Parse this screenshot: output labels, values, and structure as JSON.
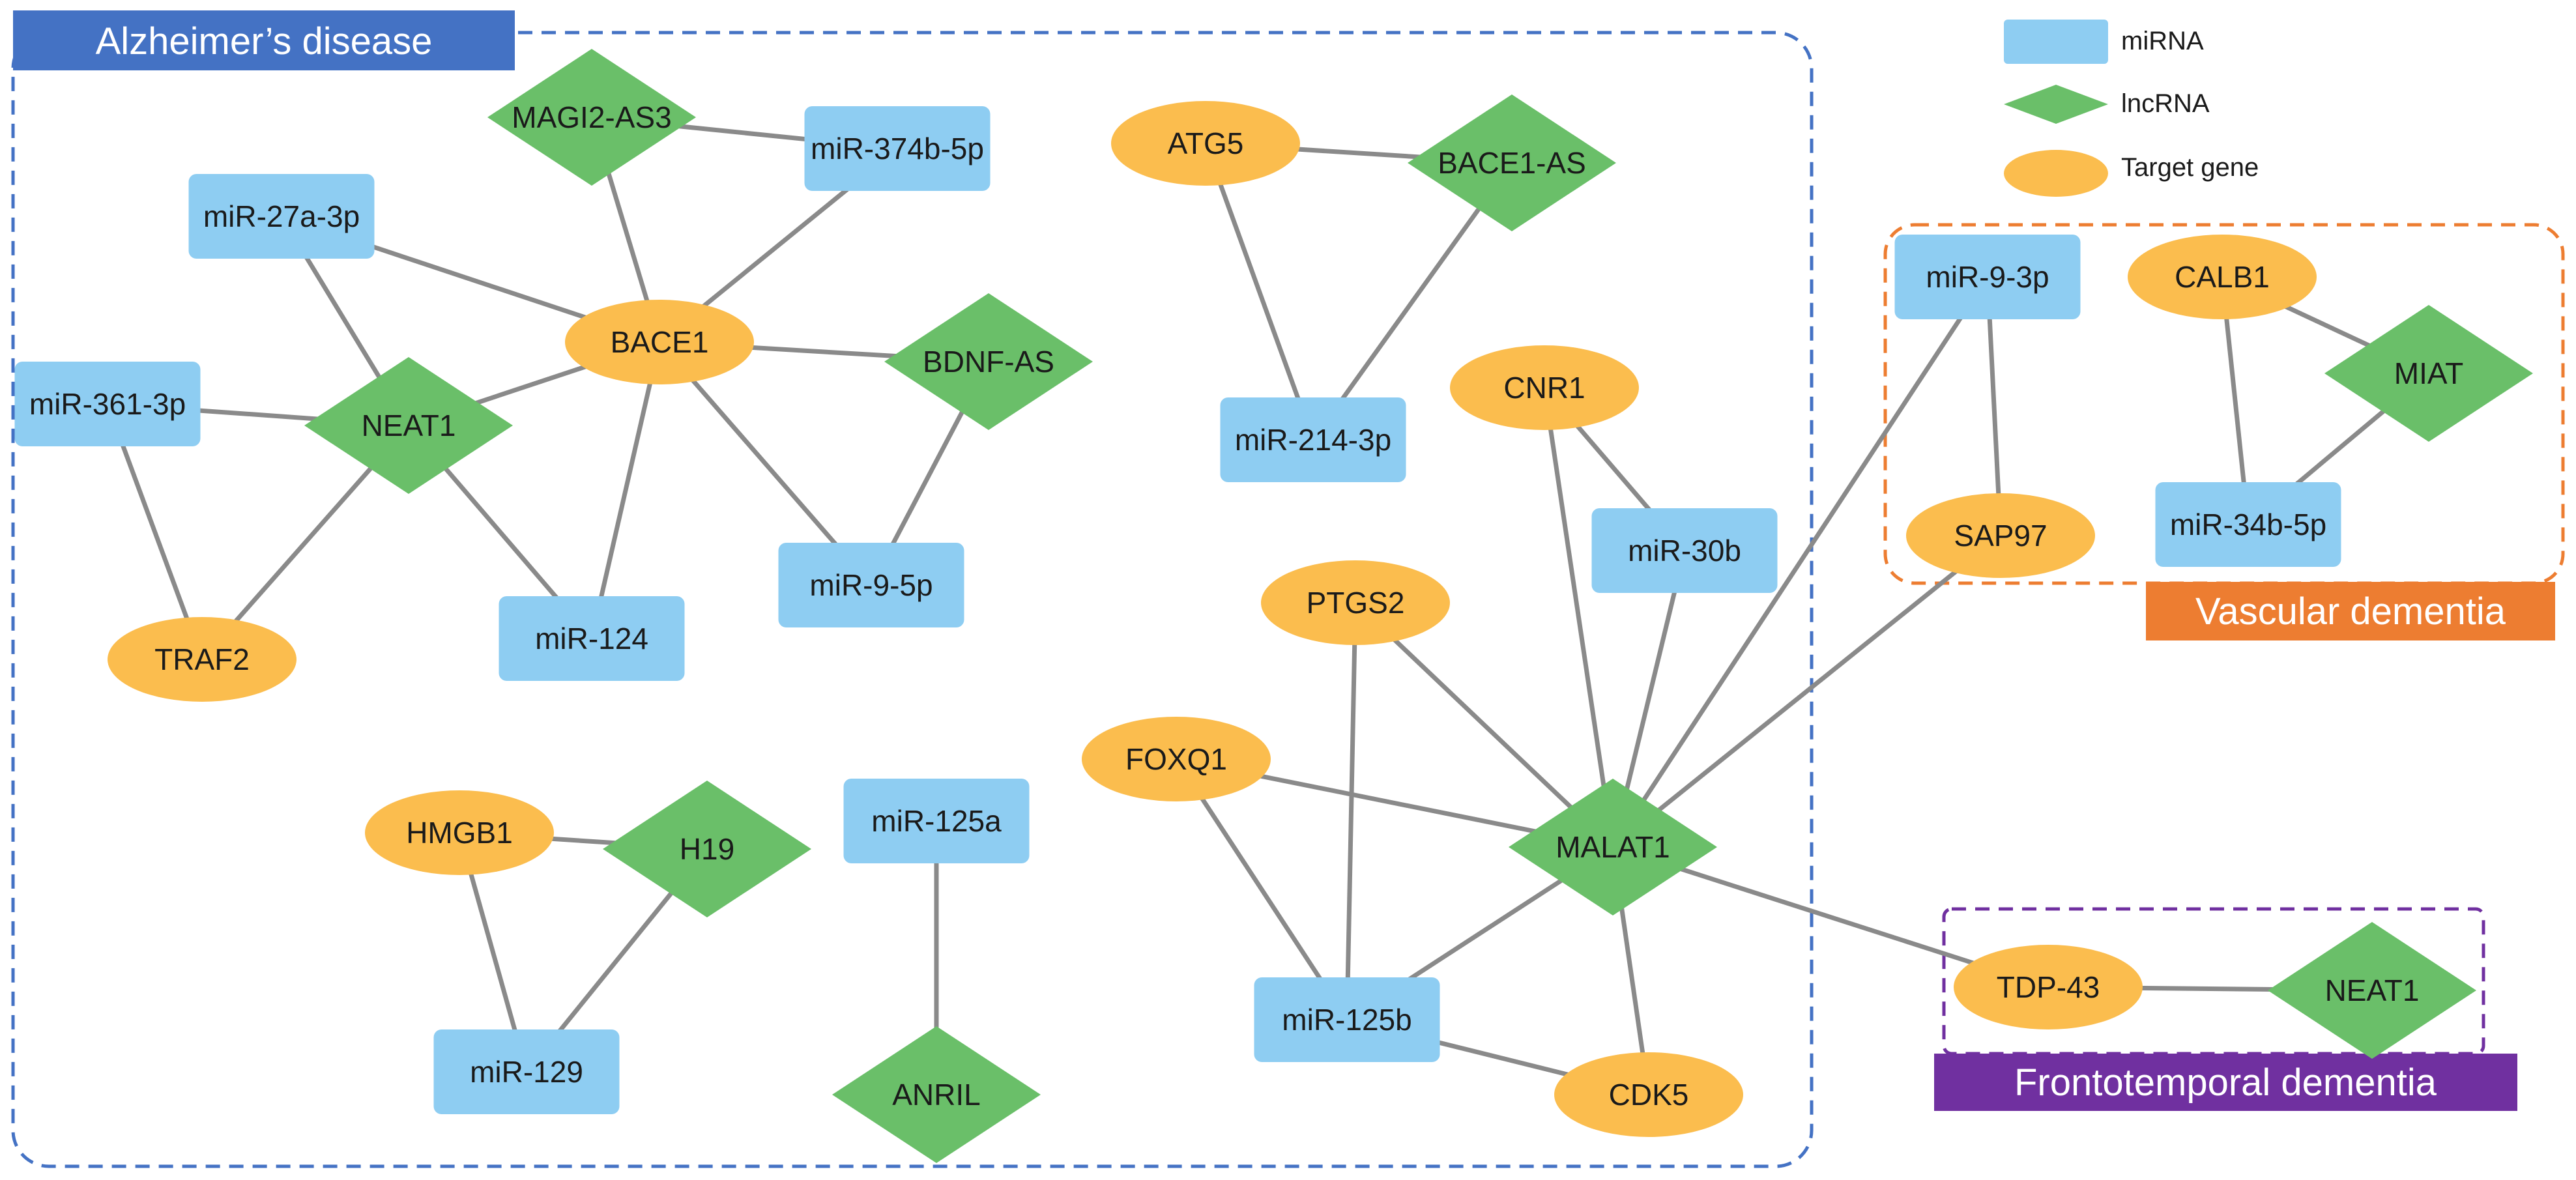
{
  "colors": {
    "mirna": "#8ecdf2",
    "lncrna": "#6abf69",
    "target_gene": "#fbbd4e",
    "edge": "#8a8a8a",
    "alzheimers": "#4472c4",
    "vascular": "#ed7d31",
    "frontotemporal": "#7030a0"
  },
  "legend": {
    "mirna": "miRNA",
    "lncrna": "lncRNA",
    "target_gene": "Target gene"
  },
  "groups": {
    "alzheimers": "Alzheimer’s disease",
    "vascular": "Vascular dementia",
    "frontotemporal": "Frontotemporal dementia"
  },
  "nodes": {
    "MAGI2AS3": {
      "label": "MAGI2-AS3",
      "type": "lncrna"
    },
    "miR374b": {
      "label": "miR-374b-5p",
      "type": "mirna"
    },
    "miR27a": {
      "label": "miR-27a-3p",
      "type": "mirna"
    },
    "BACE1": {
      "label": "BACE1",
      "type": "target_gene"
    },
    "BDNFAS": {
      "label": "BDNF-AS",
      "type": "lncrna"
    },
    "miR361": {
      "label": "miR-361-3p",
      "type": "mirna"
    },
    "NEAT1a": {
      "label": "NEAT1",
      "type": "lncrna"
    },
    "miR95p": {
      "label": "miR-9-5p",
      "type": "mirna"
    },
    "miR124": {
      "label": "miR-124",
      "type": "mirna"
    },
    "TRAF2": {
      "label": "TRAF2",
      "type": "target_gene"
    },
    "ATG5": {
      "label": "ATG5",
      "type": "target_gene"
    },
    "BACE1AS": {
      "label": "BACE1-AS",
      "type": "lncrna"
    },
    "miR214": {
      "label": "miR-214-3p",
      "type": "mirna"
    },
    "HMGB1": {
      "label": "HMGB1",
      "type": "target_gene"
    },
    "H19": {
      "label": "H19",
      "type": "lncrna"
    },
    "miR129": {
      "label": "miR-129",
      "type": "mirna"
    },
    "miR125a": {
      "label": "miR-125a",
      "type": "mirna"
    },
    "ANRIL": {
      "label": "ANRIL",
      "type": "lncrna"
    },
    "CNR1": {
      "label": "CNR1",
      "type": "target_gene"
    },
    "miR30b": {
      "label": "miR-30b",
      "type": "mirna"
    },
    "PTGS2": {
      "label": "PTGS2",
      "type": "target_gene"
    },
    "FOXQ1": {
      "label": "FOXQ1",
      "type": "target_gene"
    },
    "MALAT1": {
      "label": "MALAT1",
      "type": "lncrna"
    },
    "miR125b": {
      "label": "miR-125b",
      "type": "mirna"
    },
    "CDK5": {
      "label": "CDK5",
      "type": "target_gene"
    },
    "miR93p": {
      "label": "miR-9-3p",
      "type": "mirna"
    },
    "SAP97": {
      "label": "SAP97",
      "type": "target_gene"
    },
    "CALB1": {
      "label": "CALB1",
      "type": "target_gene"
    },
    "MIAT": {
      "label": "MIAT",
      "type": "lncrna"
    },
    "miR34b": {
      "label": "miR-34b-5p",
      "type": "mirna"
    },
    "TDP43": {
      "label": "TDP-43",
      "type": "target_gene"
    },
    "NEAT1b": {
      "label": "NEAT1",
      "type": "lncrna"
    }
  },
  "edges": [
    [
      "MAGI2AS3",
      "miR374b"
    ],
    [
      "MAGI2AS3",
      "BACE1"
    ],
    [
      "miR374b",
      "BACE1"
    ],
    [
      "miR27a",
      "BACE1"
    ],
    [
      "miR27a",
      "NEAT1a"
    ],
    [
      "BACE1",
      "NEAT1a"
    ],
    [
      "BACE1",
      "BDNFAS"
    ],
    [
      "BACE1",
      "miR124"
    ],
    [
      "BACE1",
      "miR95p"
    ],
    [
      "BDNFAS",
      "miR95p"
    ],
    [
      "miR361",
      "NEAT1a"
    ],
    [
      "miR361",
      "TRAF2"
    ],
    [
      "NEAT1a",
      "TRAF2"
    ],
    [
      "NEAT1a",
      "miR124"
    ],
    [
      "ATG5",
      "BACE1AS"
    ],
    [
      "ATG5",
      "miR214"
    ],
    [
      "BACE1AS",
      "miR214"
    ],
    [
      "HMGB1",
      "H19"
    ],
    [
      "HMGB1",
      "miR129"
    ],
    [
      "H19",
      "miR129"
    ],
    [
      "miR125a",
      "ANRIL"
    ],
    [
      "CNR1",
      "miR30b"
    ],
    [
      "CNR1",
      "MALAT1"
    ],
    [
      "miR30b",
      "MALAT1"
    ],
    [
      "PTGS2",
      "MALAT1"
    ],
    [
      "PTGS2",
      "miR125b"
    ],
    [
      "FOXQ1",
      "MALAT1"
    ],
    [
      "FOXQ1",
      "miR125b"
    ],
    [
      "MALAT1",
      "miR125b"
    ],
    [
      "MALAT1",
      "CDK5"
    ],
    [
      "miR125b",
      "CDK5"
    ],
    [
      "MALAT1",
      "miR93p"
    ],
    [
      "MALAT1",
      "SAP97"
    ],
    [
      "MALAT1",
      "TDP43"
    ],
    [
      "miR93p",
      "SAP97"
    ],
    [
      "CALB1",
      "MIAT"
    ],
    [
      "CALB1",
      "miR34b"
    ],
    [
      "MIAT",
      "miR34b"
    ],
    [
      "TDP43",
      "NEAT1b"
    ]
  ]
}
